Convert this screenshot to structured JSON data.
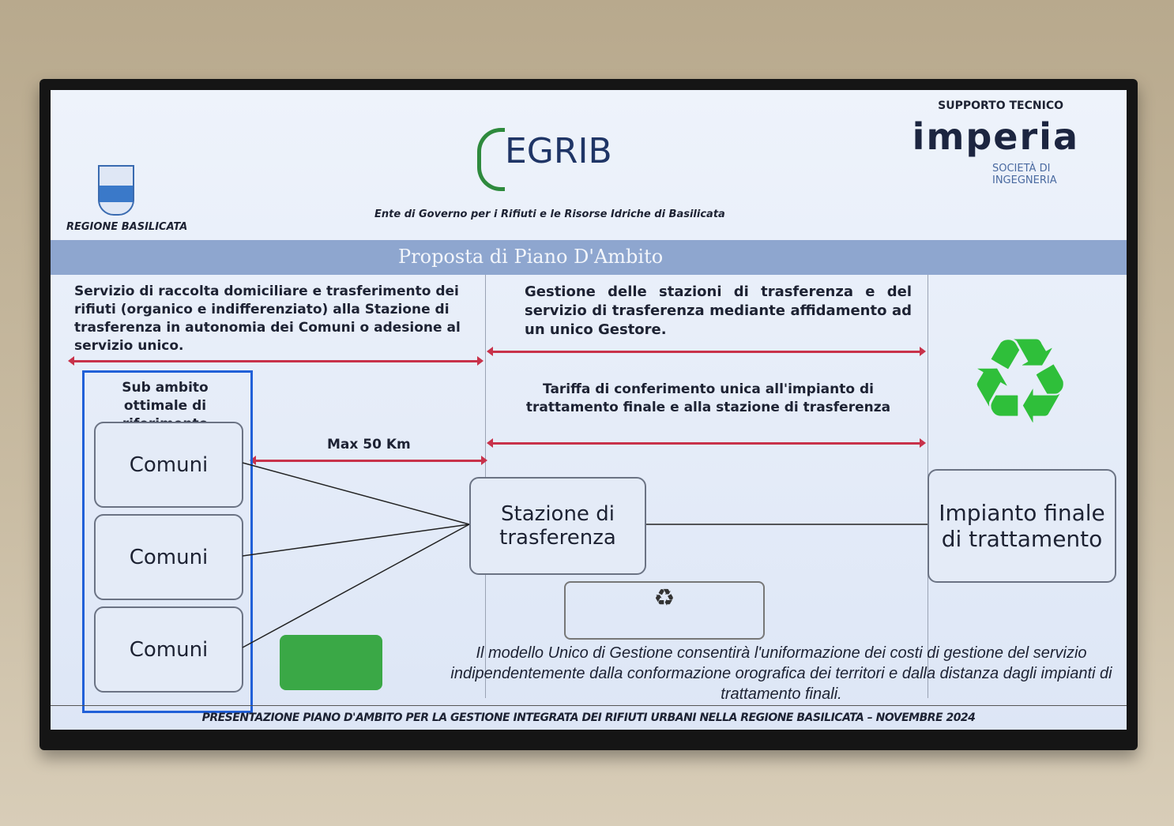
{
  "header": {
    "region_label": "REGIONE BASILICATA",
    "egrib_logo": "EGRIB",
    "egrib_subtitle": "Ente di Governo per i Rifiuti e le Risorse Idriche di Basilicata",
    "support_label": "SUPPORTO TECNICO",
    "imperia_logo": "imperia",
    "imperia_sub": "SOCIETÀ DI INGEGNERIA",
    "title": "Proposta di Piano D'Ambito"
  },
  "columns": {
    "left_text": "Servizio di raccolta domiciliare e trasferimento dei rifiuti (organico e indifferenziato) alla Stazione di trasferenza in autonomia dei Comuni o adesione al servizio unico.",
    "middle_text": "Gestione delle stazioni di trasferenza e del servizio di trasferenza mediante affidamento ad un unico Gestore.",
    "tariff_text": "Tariffa di conferimento unica all'impianto di trattamento finale e alla stazione di trasferenza",
    "max_distance": "Max 50 Km"
  },
  "sub_ambito": {
    "label": "Sub ambito ottimale di riferimento",
    "comuni": [
      "Comuni",
      "Comuni",
      "Comuni"
    ]
  },
  "stazione": "Stazione di trasferenza",
  "impianto": "Impianto finale di trattamento",
  "note": "Il modello Unico di Gestione consentirà l'uniformazione dei costi di gestione del servizio indipendentemente dalla conformazione orografica dei territori e dalla distanza dagli impianti di trattamento finali.",
  "footer": "PRESENTAZIONE PIANO D'AMBITO PER LA GESTIONE INTEGRATA DEI RIFIUTI URBANI NELLA REGIONE BASILICATA – NOVEMBRE 2024",
  "colors": {
    "accent": "#8ea6cf",
    "arrow": "#c8324a",
    "sub_border": "#2160d8",
    "recycle": "#2fbf3a"
  }
}
